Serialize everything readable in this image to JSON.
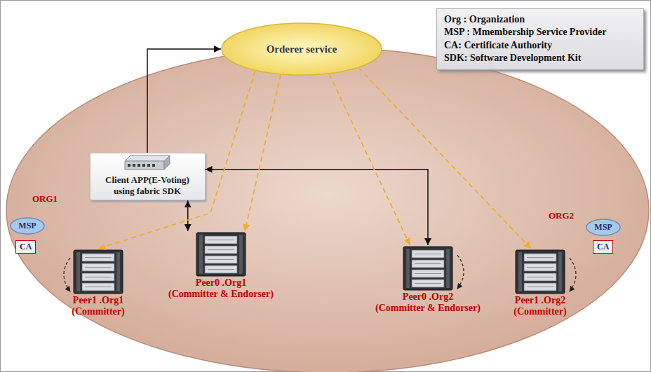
{
  "diagram": {
    "nodes": [
      {
        "text": [
          "Org : Organization",
          "MSP : Mmembership Service Provider",
          "CA: Certificate Authority",
          "SDK: Software Development Kit"
        ]
      },
      {
        "text": [
          "Orderer service"
        ]
      },
      {
        "text": [
          "ORG1"
        ]
      },
      {
        "text": [
          "MSP"
        ],
        "in": 2
      },
      {
        "text": [
          "CA"
        ],
        "in": 2
      },
      {
        "text": [
          "Client APP(E-Voting) using fabric SDK"
        ],
        "in": 2
      },
      {
        "text": [
          "Peer1 .Org1",
          "(Committer)"
        ],
        "in": 2
      },
      {
        "text": [
          "Peer0 .Org1",
          "(Committer & Endorser)"
        ],
        "in": 2
      },
      {
        "text": [
          "ORG2"
        ]
      },
      {
        "text": [
          "MSP"
        ],
        "in": 8
      },
      {
        "text": [
          "CA"
        ],
        "in": 8
      },
      {
        "text": [
          "Peer0 .Org2",
          "(Committer & Endorser)"
        ],
        "in": 8
      },
      {
        "text": [
          "Peer1 .Org2",
          "(Committer)"
        ],
        "in": 8
      }
    ],
    "edges": [
      {
        "from": 5,
        "to": 1,
        "arrow": "to"
      },
      {
        "from": 5,
        "to": 7,
        "arrow": "both"
      },
      {
        "from": 5,
        "to": 11,
        "arrow": "both"
      },
      {
        "from": 1,
        "to": 6,
        "arrow": "to"
      },
      {
        "from": 1,
        "to": 7,
        "arrow": "to"
      },
      {
        "from": 1,
        "to": 11,
        "arrow": "to"
      },
      {
        "from": 1,
        "to": 12,
        "arrow": "to"
      }
    ]
  }
}
